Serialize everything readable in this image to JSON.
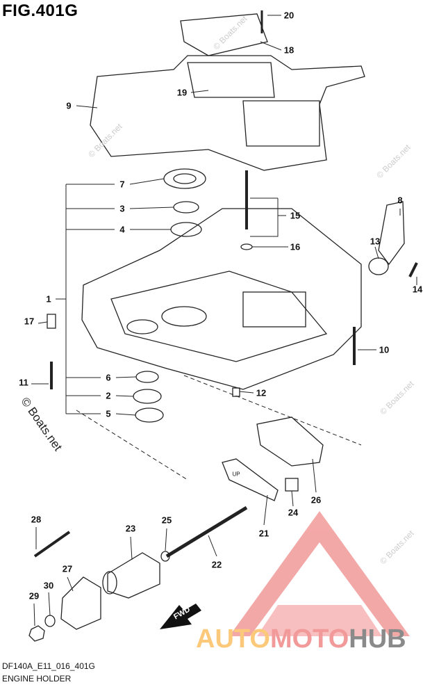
{
  "figure_label": "FIG.401G",
  "diagram_code": "DF140A_E11_016_401G",
  "diagram_title": "ENGINE HOLDER",
  "fwd_label": "FWD",
  "up_label": "UP",
  "watermark": "© Boats.net",
  "logo": {
    "part1": "AUTO",
    "part2": "MOTO",
    "part3": "HUB"
  },
  "callouts": [
    "20",
    "18",
    "9",
    "19",
    "7",
    "3",
    "4",
    "15",
    "16",
    "8",
    "13",
    "14",
    "1",
    "17",
    "10",
    "11",
    "6",
    "2",
    "5",
    "12",
    "28",
    "23",
    "25",
    "22",
    "21",
    "24",
    "26",
    "27",
    "30",
    "29"
  ],
  "colors": {
    "logo_yellow": "#fcc97a",
    "logo_red": "#f29a9a",
    "logo_gray": "#8a8a8a"
  }
}
